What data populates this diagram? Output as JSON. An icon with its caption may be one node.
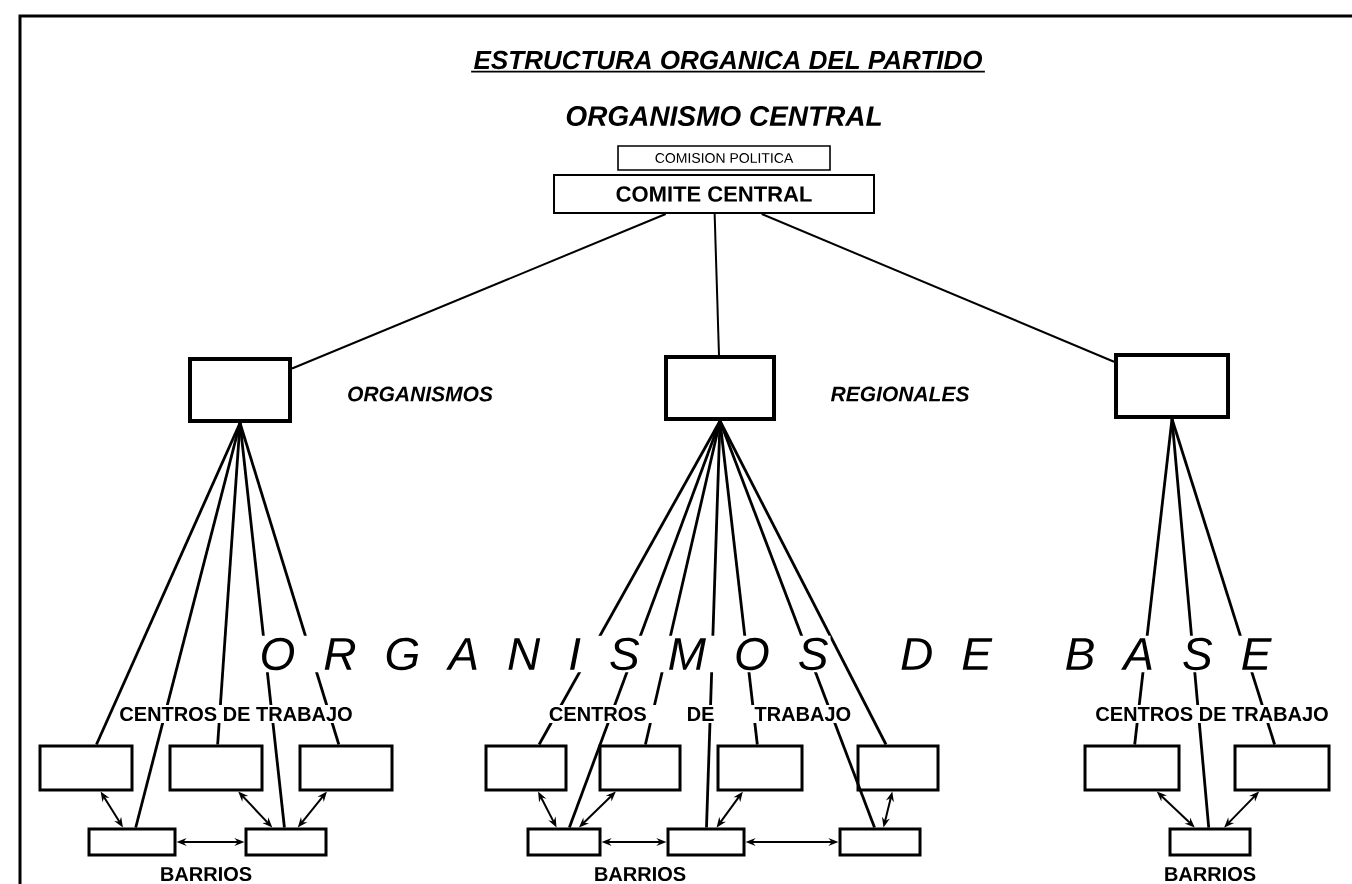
{
  "diagram": {
    "title": "ESTRUCTURA ORGANICA DEL PARTIDO",
    "nodes": [
      {
        "text": [
          "COMISION POLITICA"
        ]
      },
      {
        "text": [
          "COMITE CENTRAL"
        ]
      },
      {
        "text": [],
        "shape": "box"
      },
      {
        "text": [],
        "shape": "box"
      },
      {
        "text": [],
        "shape": "box"
      },
      {
        "text": [],
        "shape": "box"
      },
      {
        "text": [],
        "shape": "box"
      },
      {
        "text": [],
        "shape": "box"
      },
      {
        "text": [],
        "shape": "box"
      },
      {
        "text": [],
        "shape": "box"
      },
      {
        "text": [],
        "shape": "box"
      },
      {
        "text": [],
        "shape": "box"
      },
      {
        "text": [],
        "shape": "box"
      },
      {
        "text": [],
        "shape": "box"
      },
      {
        "text": [],
        "shape": "box"
      },
      {
        "text": [],
        "shape": "box"
      },
      {
        "text": [],
        "shape": "box"
      },
      {
        "text": [],
        "shape": "box"
      },
      {
        "text": [],
        "shape": "box"
      },
      {
        "text": [],
        "shape": "box"
      }
    ],
    "edges": [
      {
        "from": 1,
        "to": 2,
        "arrow": "none"
      },
      {
        "from": 1,
        "to": 3,
        "arrow": "none"
      },
      {
        "from": 1,
        "to": 4,
        "arrow": "none"
      },
      {
        "from": 2,
        "to": 5,
        "arrow": "none"
      },
      {
        "from": 2,
        "to": 8,
        "arrow": "none"
      },
      {
        "from": 2,
        "to": 6,
        "arrow": "none"
      },
      {
        "from": 2,
        "to": 9,
        "arrow": "none"
      },
      {
        "from": 2,
        "to": 7,
        "arrow": "none"
      },
      {
        "from": 3,
        "to": 10,
        "arrow": "none"
      },
      {
        "from": 3,
        "to": 14,
        "arrow": "none"
      },
      {
        "from": 3,
        "to": 11,
        "arrow": "none"
      },
      {
        "from": 3,
        "to": 15,
        "arrow": "none"
      },
      {
        "from": 3,
        "to": 12,
        "arrow": "none"
      },
      {
        "from": 3,
        "to": 16,
        "arrow": "none"
      },
      {
        "from": 3,
        "to": 13,
        "arrow": "none"
      },
      {
        "from": 4,
        "to": 17,
        "arrow": "none"
      },
      {
        "from": 4,
        "to": 19,
        "arrow": "none"
      },
      {
        "from": 4,
        "to": 18,
        "arrow": "none"
      },
      {
        "from": 5,
        "to": 8,
        "arrow": "both"
      },
      {
        "from": 6,
        "to": 9,
        "arrow": "both"
      },
      {
        "from": 7,
        "to": 9,
        "arrow": "both"
      },
      {
        "from": 8,
        "to": 9,
        "arrow": "both"
      },
      {
        "from": 10,
        "to": 14,
        "arrow": "both"
      },
      {
        "from": 11,
        "to": 14,
        "arrow": "both"
      },
      {
        "from": 12,
        "to": 15,
        "arrow": "both"
      },
      {
        "from": 13,
        "to": 16,
        "arrow": "both"
      },
      {
        "from": 14,
        "to": 15,
        "arrow": "both"
      },
      {
        "from": 15,
        "to": 16,
        "arrow": "both"
      },
      {
        "from": 17,
        "to": 19,
        "arrow": "both"
      },
      {
        "from": 18,
        "to": 19,
        "arrow": "both"
      }
    ],
    "labels": [
      "ORGANISMO CENTRAL",
      "ORGANISMOS",
      "REGIONALES",
      "O R G A N I S M O S",
      "D E",
      "B A S E",
      "CENTROS DE TRABAJO",
      "CENTROS DE TRABAJO",
      "CENTROS DE TRABAJO",
      "BARRIOS",
      "BARRIOS",
      "BARRIOS"
    ]
  }
}
